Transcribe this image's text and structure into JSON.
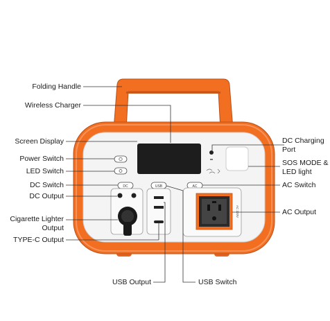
{
  "labels": {
    "folding_handle": "Folding Handle",
    "wireless_charger": "Wireless Charger",
    "screen_display": "Screen Display",
    "power_switch": "Power Switch",
    "led_switch": "LED Switch",
    "dc_switch": "DC Switch",
    "dc_output": "DC Output",
    "cig_line1": "Cigarette Lighter",
    "cig_line2": "Output",
    "typec_output": "TYPE-C Output",
    "usb_output": "USB Output",
    "usb_switch": "USB Switch",
    "dc_charging_line1": "DC Charging",
    "dc_charging_line2": "Port",
    "sos_line1": "SOS MODE &",
    "sos_line2": "LED light",
    "ac_switch": "AC Switch",
    "ac_output": "AC Output"
  },
  "device_text": {
    "dc_btn": "DC",
    "usb_btn": "USB",
    "ac_btn": "AC",
    "ac_side": "AC 220V"
  },
  "colors": {
    "orange": "#f26f21",
    "orange_dark": "#c9561a",
    "panel": "#f4f4f4",
    "screen": "#1d1d1d"
  }
}
